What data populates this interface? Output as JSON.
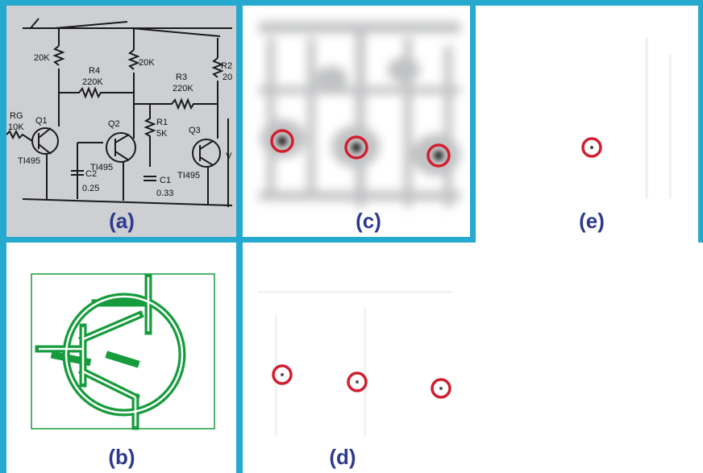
{
  "panels": {
    "a": {
      "label": "(a)"
    },
    "b": {
      "label": "(b)"
    },
    "c": {
      "label": "(c)"
    },
    "d": {
      "label": "(d)"
    },
    "e": {
      "label": "(e)"
    }
  },
  "schematic": {
    "r_top_1": "20K",
    "r_top_2": "20K",
    "r_top_3": "R2",
    "r_top_3b": "20",
    "r4": "R4",
    "r4_val": "220K",
    "r3": "R3",
    "r3_val": "220K",
    "rg": "RG",
    "rg_val": "10K",
    "r1": "R1",
    "r1_val": "5K",
    "q1": "Q1",
    "q2": "Q2",
    "q3": "Q3",
    "t1": "TI495",
    "t2": "TI495",
    "t3": "TI495",
    "c2": "C2",
    "c2_val": "0.25",
    "c1": "C1",
    "c1_val": "0.33",
    "v": "V"
  },
  "colors": {
    "separator": "#25a9cf",
    "label": "#2e3a8c",
    "marker": "#d01f2f",
    "template": "#169c3c"
  }
}
